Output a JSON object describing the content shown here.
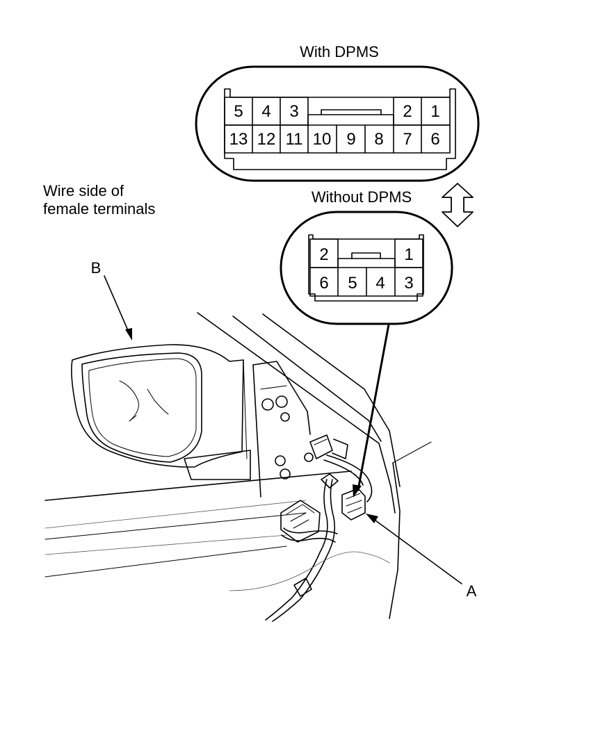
{
  "labels": {
    "with_dpms": "With DPMS",
    "without_dpms": "Without DPMS",
    "wire_side_line1": "Wire side of",
    "wire_side_line2": "female terminals",
    "callout_a": "A",
    "callout_b": "B"
  },
  "connector_with_dpms": {
    "top_left_pins": [
      "5",
      "4",
      "3"
    ],
    "top_right_pins": [
      "2",
      "1"
    ],
    "bottom_pins": [
      "13",
      "12",
      "11",
      "10",
      "9",
      "8",
      "7",
      "6"
    ]
  },
  "connector_without_dpms": {
    "top_left_pin": "2",
    "top_right_pin": "1",
    "bottom_pins": [
      "6",
      "5",
      "4",
      "3"
    ]
  }
}
